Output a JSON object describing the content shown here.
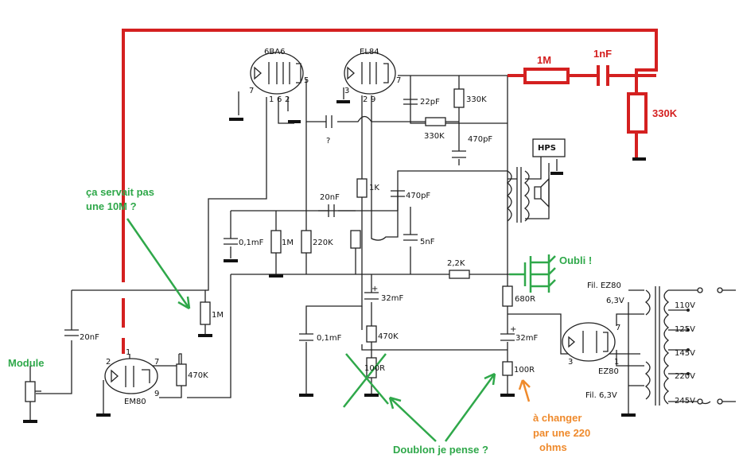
{
  "tubes": {
    "preamp": "6BA6",
    "power": "EL84",
    "rectifier": "EZ80",
    "eye": "EM80",
    "pins_6ba6": [
      "7",
      "1",
      "6",
      "2",
      "5"
    ],
    "pins_el84": [
      "3",
      "2",
      "9",
      "7"
    ],
    "pins_em80": [
      "2",
      "1",
      "7",
      "9"
    ],
    "pins_ez80": [
      "3",
      "7",
      "1"
    ]
  },
  "components": {
    "r_1m_red": "1M",
    "c_1nf_red": "1nF",
    "r_330k_red": "330K",
    "c_22pf": "22pF",
    "r_330k_a": "330K",
    "r_330k_b": "330K",
    "c_470pf_a": "470pF",
    "c_q": "?",
    "hps": "HPS",
    "r_1k": "1K",
    "c_20nf_mid": "20nF",
    "c_470pf_b": "470pF",
    "c_5nf": "5nF",
    "c_01mf_a": "0,1mF",
    "r_1m_a": "1M",
    "r_220k": "220K",
    "r_22k": "2,2K",
    "r_680r": "680R",
    "c_32mf_a": "32mF",
    "c_32mf_b": "32mF",
    "r_1m_b": "1M",
    "c_20nf_left": "20nF",
    "r_470k_a": "470K",
    "c_01mf_b": "0,1mF",
    "r_470k_b": "470K",
    "r_100r_a": "100R",
    "r_100r_b": "100R",
    "plus": "+",
    "fil_ez80": "Fil. EZ80",
    "fil_63v_a": "6,3V",
    "fil_63v_b": "Fil. 6,3V",
    "mains": [
      "110V",
      "125V",
      "145V",
      "220V",
      "245V"
    ]
  },
  "annotations": {
    "q_10m_1": "ça servait pas",
    "q_10m_2": "une 10M ?",
    "module": "Module",
    "oubli": "Oubli !",
    "doublon": "Doublon je pense  ?",
    "changer_1": "à changer",
    "changer_2": "par une 220",
    "changer_3": "ohms"
  },
  "colors": {
    "wire": "#222222",
    "red_mod": "#d42020",
    "green_note": "#2fa84a",
    "orange_note": "#ef8a2c"
  }
}
